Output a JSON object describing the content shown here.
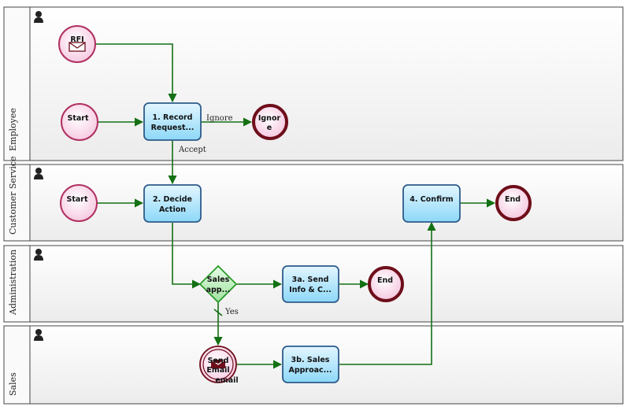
{
  "colors": {
    "lane_bg_top": "#ffffff",
    "lane_bg_bottom": "#eeeeee",
    "lane_border": "#444444",
    "edge": "#137013",
    "task_fill": "#aee4fb",
    "task_stroke": "#2d5b8a",
    "start_fill": "#fde4f2",
    "start_stroke": "#b03060",
    "end_stroke": "#6e0e1a",
    "gateway_fill": "#c6f3c6",
    "gateway_stroke": "#2c9a2c"
  },
  "lanes": [
    {
      "title": "Employee",
      "icon": "person-icon"
    },
    {
      "title": "Customer Service",
      "icon": "person-icon"
    },
    {
      "title": "Administration",
      "icon": "person-icon"
    },
    {
      "title": "Sales",
      "icon": "person-icon"
    }
  ],
  "nodes": {
    "rfi": {
      "label": "RFI",
      "icon": "envelope-icon"
    },
    "start1": {
      "label": "Start"
    },
    "task1": {
      "line1": "1. Record",
      "line2": "Request..."
    },
    "ignore": {
      "line1": "Ignor",
      "line2": "e"
    },
    "start2": {
      "label": "Start"
    },
    "task2": {
      "line1": "2. Decide",
      "line2": "Action"
    },
    "task4": {
      "label": "4. Confirm"
    },
    "end2": {
      "label": "End"
    },
    "gateway": {
      "line1": "Sales",
      "line2": "app..."
    },
    "task3a": {
      "line1": "3a. Send",
      "line2": "Info & C..."
    },
    "end3": {
      "label": "End"
    },
    "send_email": {
      "line1": "Send",
      "line2": "Email",
      "sub": "email",
      "icon": "envelope-icon"
    },
    "task3b": {
      "line1": "3b. Sales",
      "line2": "Approac..."
    }
  },
  "edge_labels": {
    "ignore": "Ignore",
    "accept": "Accept",
    "yes": "Yes"
  }
}
